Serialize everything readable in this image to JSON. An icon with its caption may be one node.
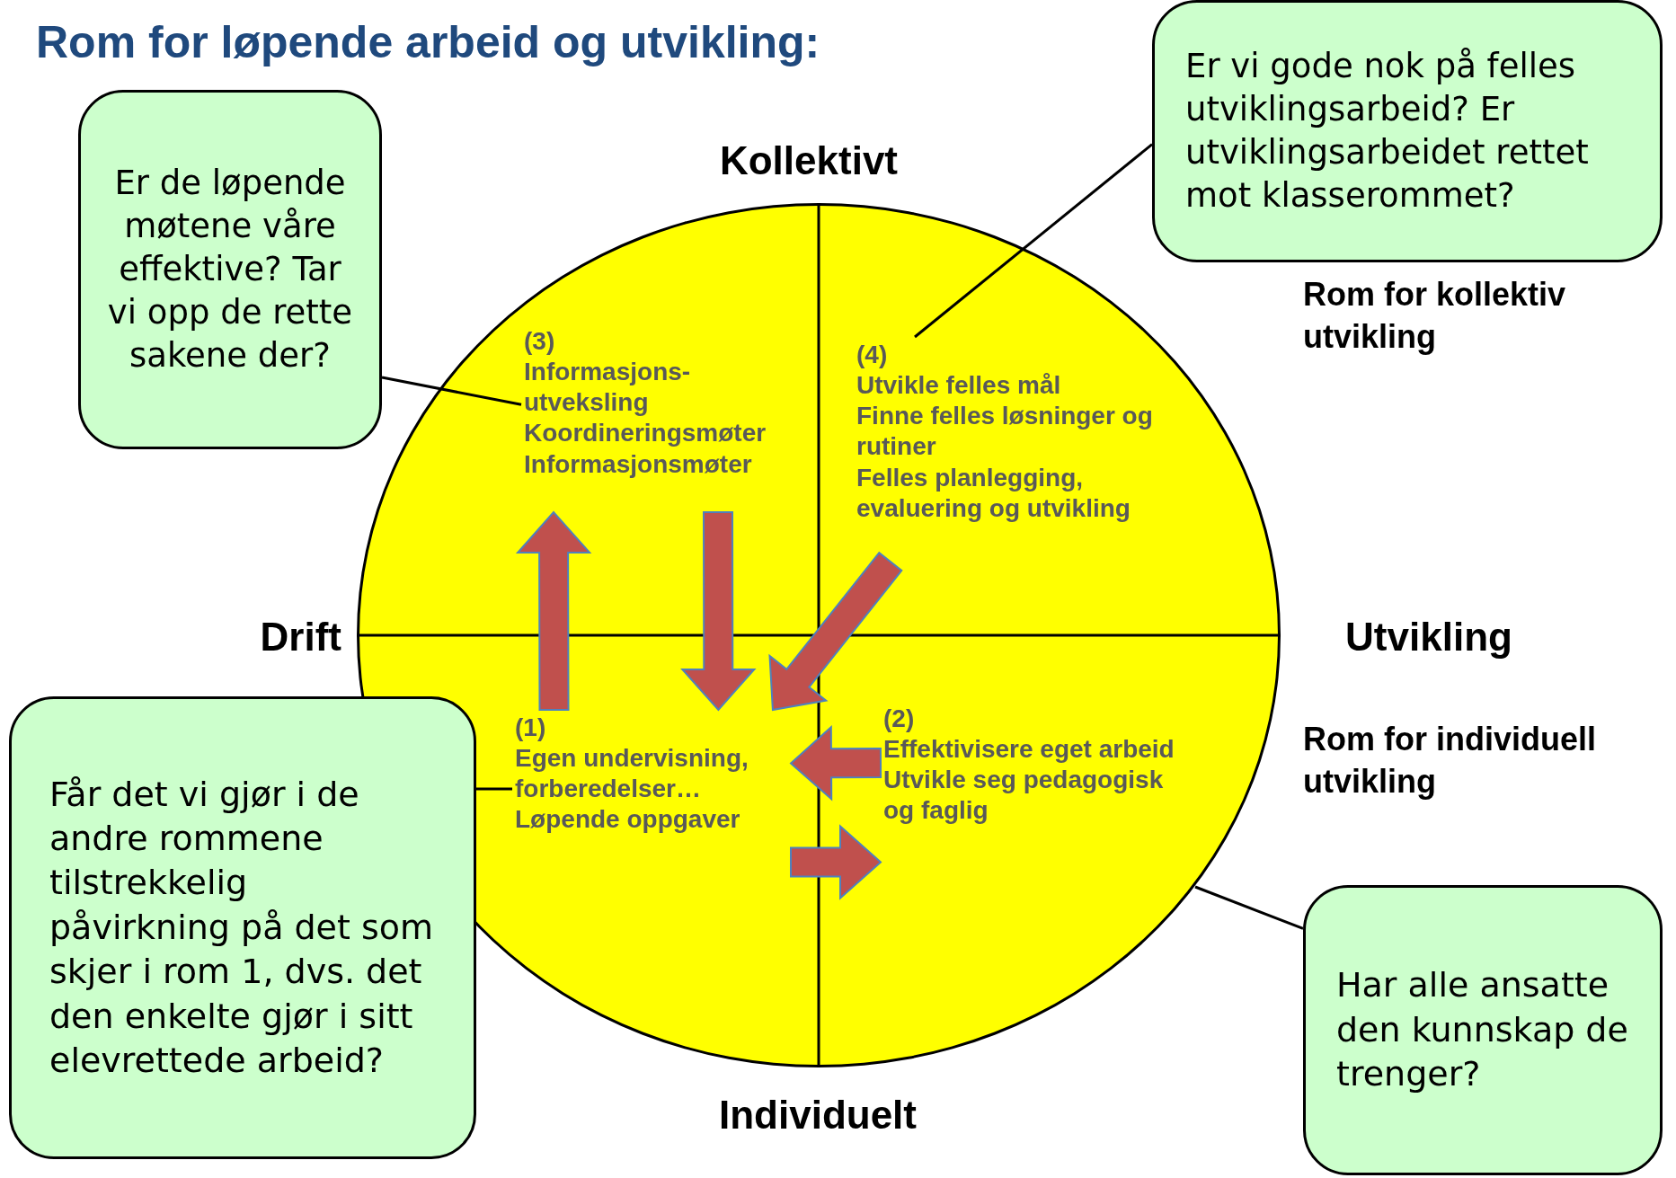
{
  "diagram": {
    "title": "Rom for løpende arbeid og utvikling:",
    "nodes": [
      {
        "text": [
          "Er de løpende møtene våre effektive? Tar vi opp de rette sakene der?"
        ]
      },
      {
        "text": [
          "Er vi gode nok på felles utviklingsarbeid? Er utviklingsarbeidet rettet mot klasserommet?"
        ]
      },
      {
        "text": [],
        "shape": "circle"
      },
      {
        "text": [
          "(3)",
          "Informasjons-utveksling",
          "Koordineringsmøter",
          "Informasjonsmøter"
        ],
        "in": 2
      },
      {
        "text": [
          "(4)",
          "Utvikle felles mål",
          "Finne felles løsninger og rutiner",
          "Felles planlegging, evaluering og utvikling"
        ],
        "in": 2
      },
      {
        "text": [
          "(1)",
          "Egen undervisning, forberedelser…",
          "Løpende oppgaver"
        ],
        "in": 2
      },
      {
        "text": [
          "(2)",
          "Effektivisere eget arbeid",
          "Utvikle seg pedagogisk og faglig"
        ],
        "in": 2
      },
      {
        "text": [
          "Får det vi gjør i de andre rommene tilstrekkelig påvirkning på det som skjer i rom 1, dvs. det den enkelte gjør i sitt elevrettede arbeid?"
        ]
      },
      {
        "text": [
          "Har alle ansatte den kunnskap de trenger?"
        ]
      }
    ],
    "edges": [
      {
        "from": 0,
        "to": 3,
        "arrow": "none",
        "color": "#000000"
      },
      {
        "from": 1,
        "to": 4,
        "arrow": "none",
        "color": "#000000"
      },
      {
        "from": 5,
        "to": 3,
        "arrow": "to"
      },
      {
        "from": 3,
        "to": 5,
        "arrow": "to"
      },
      {
        "from": 4,
        "to": 5,
        "arrow": "to"
      },
      {
        "from": 6,
        "to": 5,
        "arrow": "to"
      },
      {
        "from": 5,
        "to": 6,
        "arrow": "to"
      },
      {
        "from": 7,
        "to": 5,
        "arrow": "none",
        "color": "#000000"
      },
      {
        "from": 8,
        "to": 6,
        "arrow": "none",
        "color": "#000000"
      }
    ],
    "labels": [
      "Kollektivt",
      "Rom for kollektiv utvikling",
      "Drift",
      "Utvikling",
      "Rom for individuell utvikling",
      "Individuelt"
    ]
  }
}
